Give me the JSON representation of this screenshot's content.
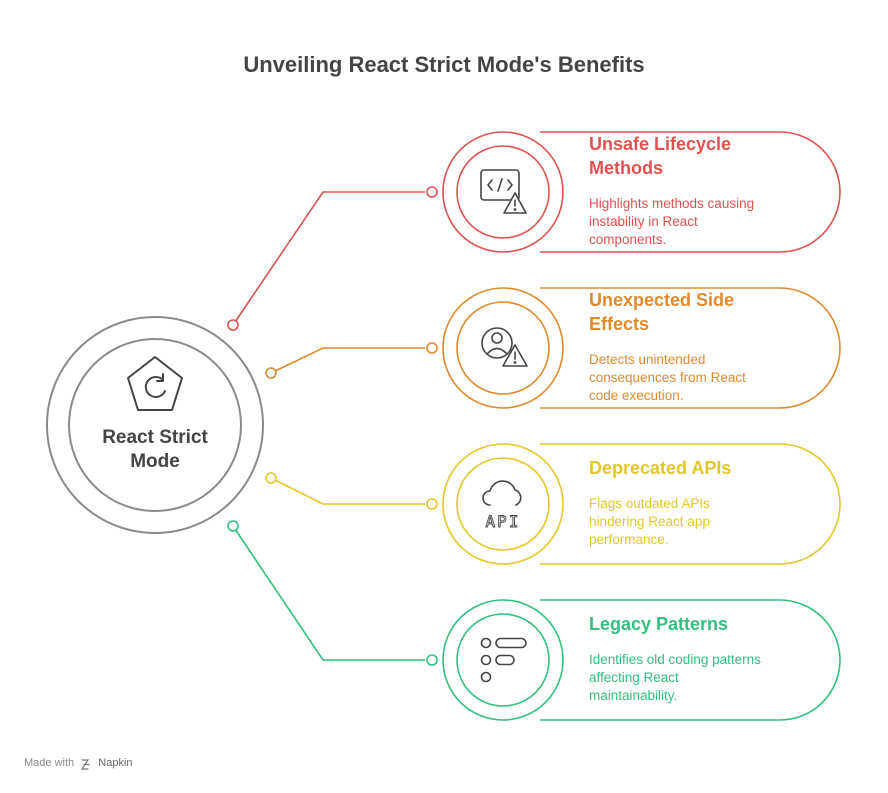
{
  "title": "Unveiling React Strict Mode's Benefits",
  "center": {
    "label_line1": "React Strict",
    "label_line2": "Mode",
    "icon": "refresh-pentagon-icon",
    "color": "#7a7a7a"
  },
  "items": [
    {
      "title_line1": "Unsafe Lifecycle",
      "title_line2": "Methods",
      "desc_lines": [
        "Highlights methods causing",
        "instability in React",
        "components."
      ],
      "color": "#e0524f",
      "icon": "code-warning-icon"
    },
    {
      "title_line1": "Unexpected Side",
      "title_line2": "Effects",
      "desc_lines": [
        "Detects unintended",
        "consequences from React",
        "code execution."
      ],
      "color": "#e08a2e",
      "icon": "user-warning-icon"
    },
    {
      "title_line1": "Deprecated APIs",
      "title_line2": "",
      "desc_lines": [
        "Flags outdated APIs",
        "hindering React app",
        "performance."
      ],
      "color": "#e3c72a",
      "icon": "cloud-api-icon"
    },
    {
      "title_line1": "Legacy Patterns",
      "title_line2": "",
      "desc_lines": [
        "Identifies old coding patterns",
        "affecting React",
        "maintainability."
      ],
      "color": "#33c07c",
      "icon": "list-pattern-icon"
    }
  ],
  "footer": {
    "made_with": "Made with",
    "brand": "Napkin",
    "icon": "napkin-logo-icon"
  }
}
